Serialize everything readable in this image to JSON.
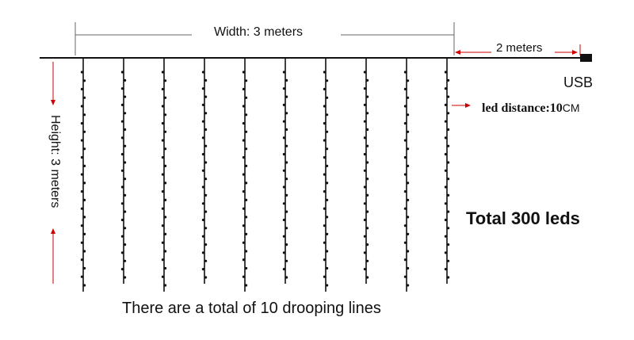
{
  "labels": {
    "width": "Width: 3 meters",
    "cable": "2 meters",
    "usb": "USB",
    "led_distance_text": "led distance:10",
    "led_distance_unit": "CM",
    "height": "Height: 3 meters",
    "total_leds": "Total 300 leds",
    "footer_note": "There are a total of 10 drooping lines"
  },
  "strands": {
    "count": 10,
    "leds_per_strand": 30
  },
  "colors": {
    "line": "#111111",
    "dimension_line": "#666666",
    "arrow": "#cc0000",
    "led": "#111111"
  }
}
